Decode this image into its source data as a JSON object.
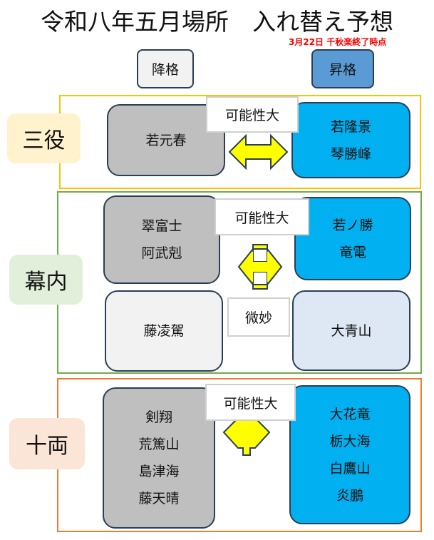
{
  "title": "令和八年五月場所　入れ替え予想",
  "subtitle": "3月22日 千秋楽終了時点",
  "headers": {
    "demotion": "降格",
    "promotion": "昇格"
  },
  "colors": {
    "sanyaku_frame": "#ffc000",
    "makuuchi_frame": "#70ad47",
    "juryo_frame": "#ed7d31",
    "demotion_box": "#bfbfbf",
    "promotion_box": "#00b0f0",
    "arrow_fill": "#ffff00",
    "subtitle": "#ff0000"
  },
  "sections": [
    {
      "rank": "三役",
      "rows": [
        {
          "likelihood": "可能性大",
          "demotion": [
            "若元春"
          ],
          "promotion": [
            "若隆景",
            "琴勝峰"
          ]
        }
      ]
    },
    {
      "rank": "幕内",
      "rows": [
        {
          "likelihood": "可能性大",
          "demotion": [
            "翠富士",
            "阿武剋"
          ],
          "promotion": [
            "若ノ勝",
            "竜電"
          ]
        },
        {
          "likelihood": "微妙",
          "demotion": [
            "藤凌駕"
          ],
          "promotion": [
            "大青山"
          ]
        }
      ]
    },
    {
      "rank": "十両",
      "rows": [
        {
          "likelihood": "可能性大",
          "demotion": [
            "剣翔",
            "荒篤山",
            "島津海",
            "藤天晴"
          ],
          "promotion": [
            "大花竜",
            "栃大海",
            "白鷹山",
            "炎鵬"
          ]
        }
      ]
    }
  ]
}
